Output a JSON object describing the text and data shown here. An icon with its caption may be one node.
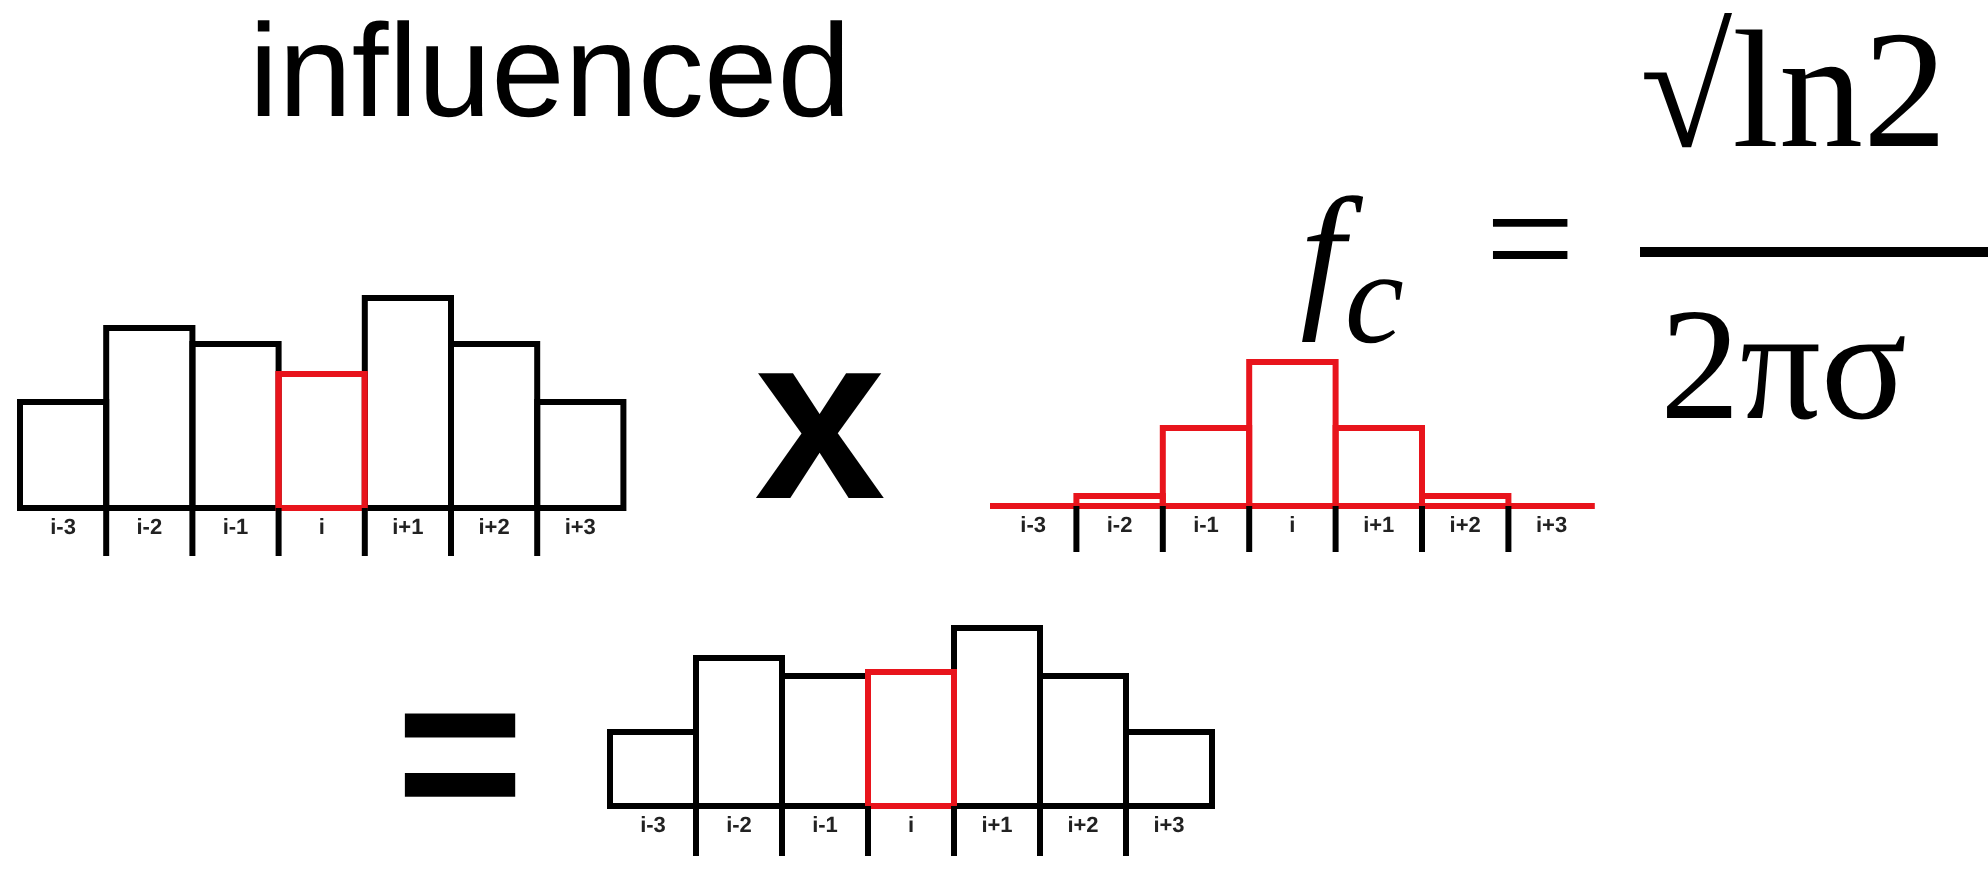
{
  "diagram": {
    "labels": [
      "influenced",
      "f$_{c}$",
      "=",
      "√ln2",
      "2πσ",
      "i-3",
      "i-2",
      "i-1",
      "i",
      "i+1",
      "i+2",
      "i+3",
      "x",
      "i-3",
      "i-2",
      "i-1",
      "i",
      "i+1",
      "i+2",
      "i+3",
      "=",
      "i-3",
      "i-2",
      "i-1",
      "i",
      "i+1",
      "i+2",
      "i+3"
    ]
  }
}
